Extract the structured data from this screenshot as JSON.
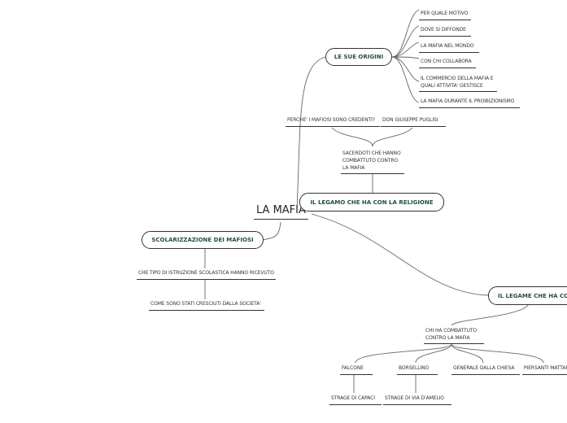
{
  "central": "LA MAFIA",
  "origini": {
    "title": "LE SUE ORIGINI",
    "items": [
      "PER QUALE MOTIVO",
      "DOVE SI DIFFONDE",
      "LA MAFIA NEL MONDO",
      "CON CHI COLLABORA",
      "IL COMMERCIO DELLA MAFIA E QUALI ATTIVITA' GESTISCE",
      "LA MAFIA DURANTE IL PROIBIZIONISMO"
    ]
  },
  "religione": {
    "title": "IL LEGAMO CHE HA CON LA RELIGIONE",
    "sacerdoti": "SACERDOTI CHE HANNO COMBATTUTO CONTRO LA MAFIA",
    "credenti": "PERCHE' I MAFIOSI SONO CREDENTI?",
    "puglisi": "DON GIUSEPPE PUGLISI"
  },
  "scolarizzazione": {
    "title": "SCOLARIZZAZIONE DEI MAFIOSI",
    "items": [
      "CHE TIPO DI ISTRUZIONE SCOLASTICA HANNO RICEVUTO",
      "COME SONO STATI CRESCIUTI DALLA SOCIETA'"
    ]
  },
  "legame": {
    "title": "IL LEGAME CHE HA CO",
    "combattuto": "CHI HA COMBATTUTO CONTRO LA MAFIA",
    "people": [
      "FALCONE",
      "BORSELLINO",
      "GENERALE DALLA CHIESA",
      "PIERSANTI MATTAR"
    ],
    "stragi": [
      "STRAGE DI CAPACI",
      "STRAGE DI VIA D'AMELIO"
    ]
  },
  "colors": {
    "line": "#333333",
    "title_text": "#245043"
  }
}
